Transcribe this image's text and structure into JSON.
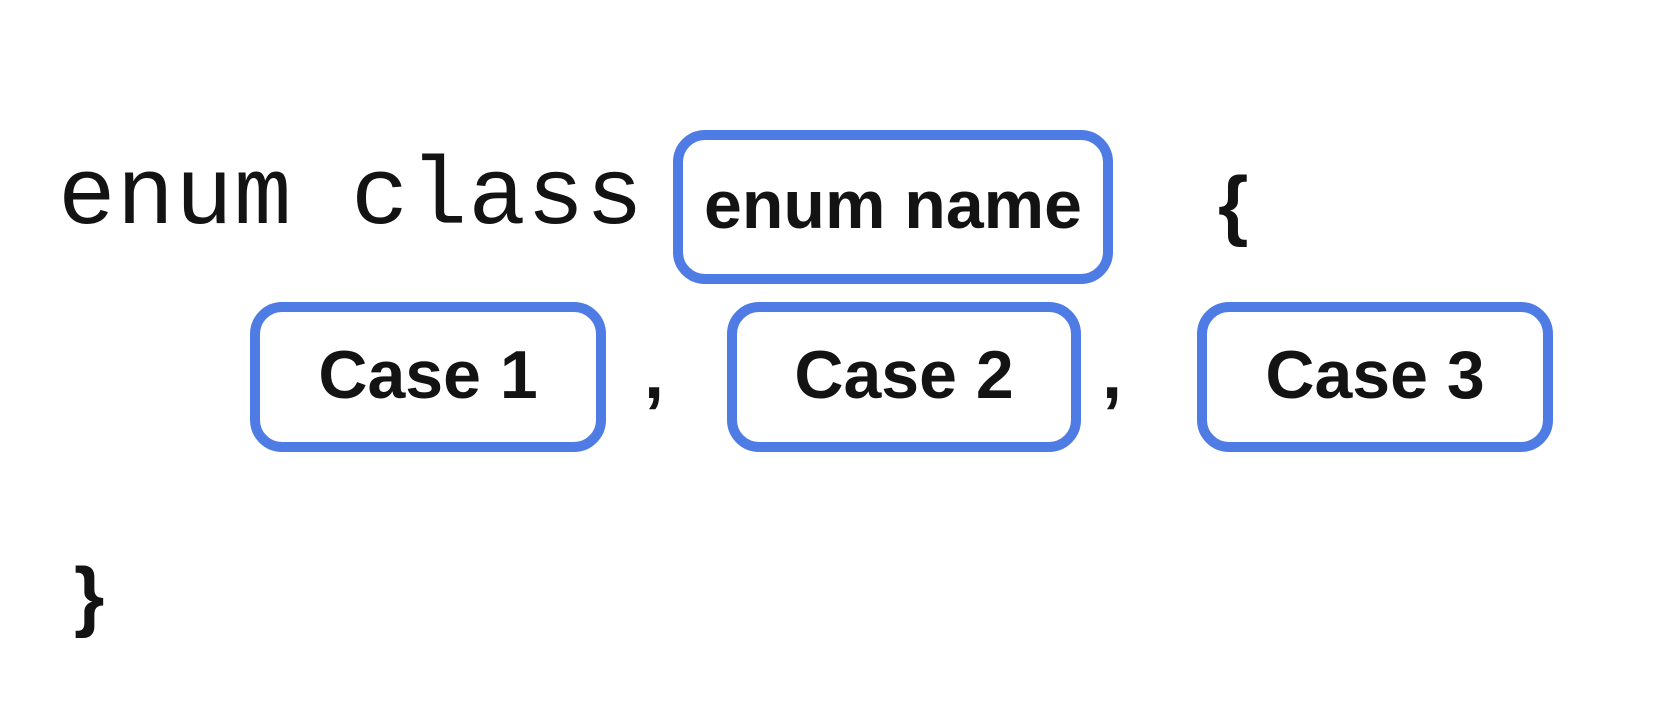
{
  "diagram": {
    "title_semantics": "enum class declaration syntax",
    "keyword": "enum class",
    "open_brace": "{",
    "close_brace": "}",
    "comma": ",",
    "enum_name": {
      "label": "enum name"
    },
    "cases": [
      {
        "label": "Case 1"
      },
      {
        "label": "Case 2"
      },
      {
        "label": "Case 3"
      }
    ],
    "colors": {
      "placeholder_border": "#4E7CE4",
      "text": "#131313",
      "background": "#FFFFFF"
    }
  }
}
